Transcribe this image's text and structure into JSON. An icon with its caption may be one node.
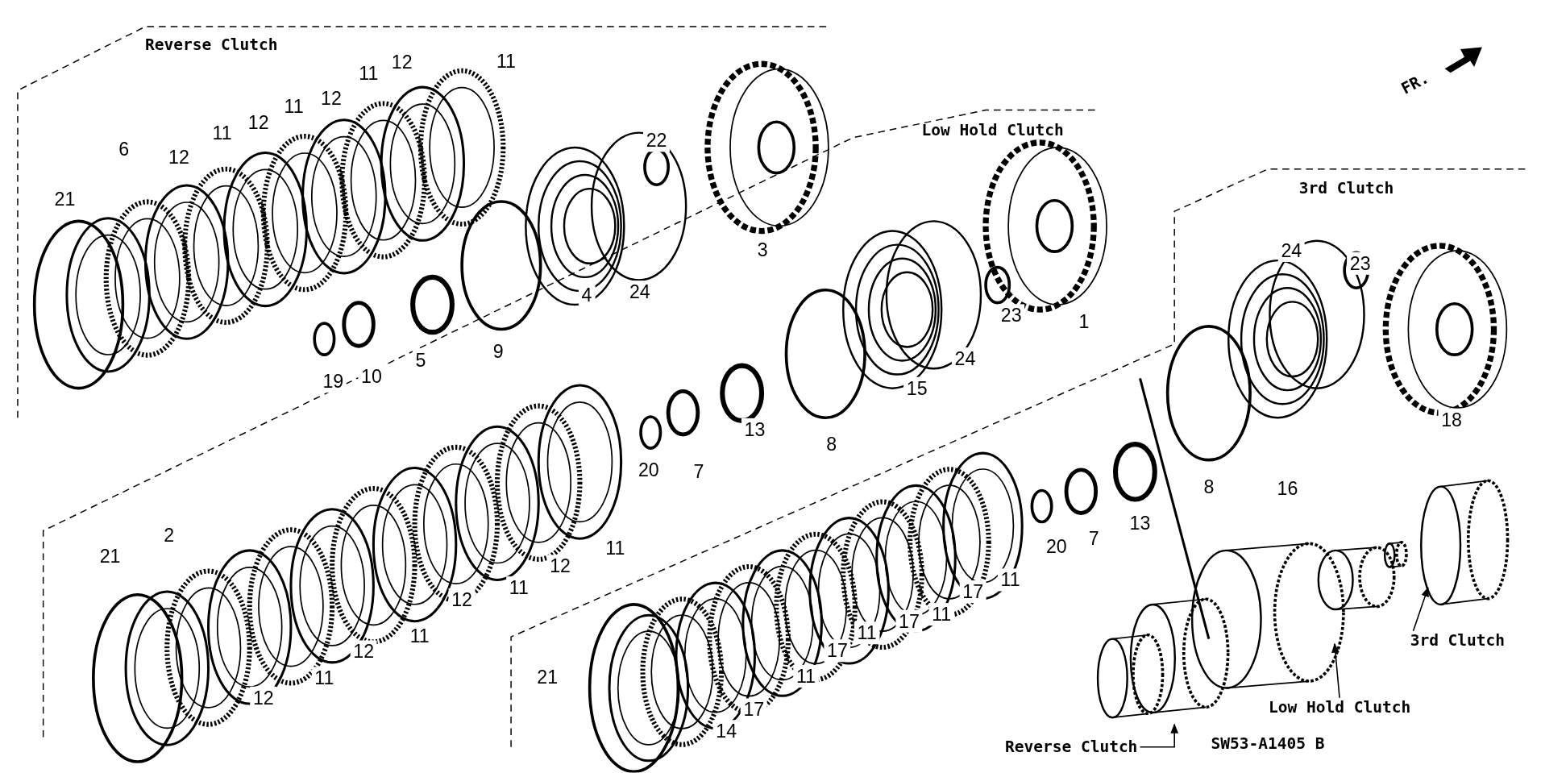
{
  "diagram": {
    "nodes": [
      {
        "text": [
          "3rd Clutch"
        ]
      },
      {
        "text": [
          "Low Hold Clutch"
        ]
      },
      {
        "text": [
          "Reverse Clutch"
        ]
      }
    ],
    "edges": [
      {
        "from": 0,
        "to": null,
        "arrow": "to"
      },
      {
        "from": 1,
        "to": null,
        "arrow": "to"
      },
      {
        "from": 2,
        "to": null,
        "arrow": "to"
      }
    ],
    "labels": [
      "Reverse Clutch",
      "11",
      "11",
      "12",
      "12",
      "11",
      "12",
      "11",
      "6",
      "12",
      "21",
      "22",
      "3",
      "4",
      "24",
      "5",
      "9",
      "10",
      "19",
      "FR.",
      "Low Hold Clutch",
      "1",
      "23",
      "24",
      "15",
      "8",
      "13",
      "7",
      "20",
      "2",
      "21",
      "11",
      "12",
      "11",
      "12",
      "11",
      "12",
      "11",
      "12",
      "3rd Clutch",
      "24",
      "23",
      "18",
      "8",
      "16",
      "13",
      "7",
      "20",
      "11",
      "17",
      "11",
      "17",
      "11",
      "17",
      "11",
      "17",
      "14",
      "21",
      "SW53-A1405 B"
    ]
  }
}
